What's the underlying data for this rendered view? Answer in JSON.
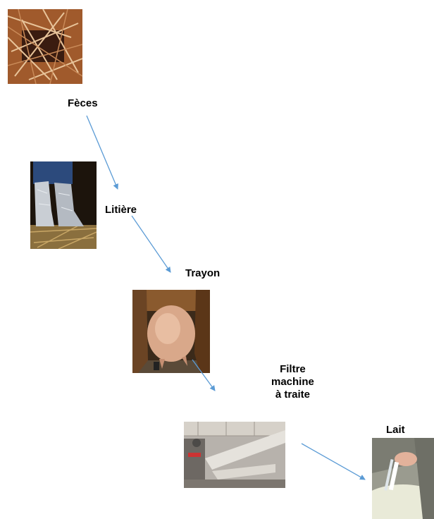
{
  "stages": [
    {
      "id": "feces",
      "label": "Fèces",
      "photo": "straw-with-feces-photo"
    },
    {
      "id": "litiere",
      "label": "Litière",
      "photo": "boots-on-bedding-photo"
    },
    {
      "id": "trayon",
      "label": "Trayon",
      "photo": "goat-udder-photo"
    },
    {
      "id": "filtre",
      "label_lines": [
        "Filtre",
        "machine",
        "à traite"
      ],
      "photo": "milking-machine-filter-photo"
    },
    {
      "id": "lait",
      "label": "Lait",
      "photo": "milk-tank-sampling-photo"
    }
  ],
  "colors": {
    "arrow": "#5b9bd5",
    "text": "#000000",
    "background": "#ffffff"
  }
}
